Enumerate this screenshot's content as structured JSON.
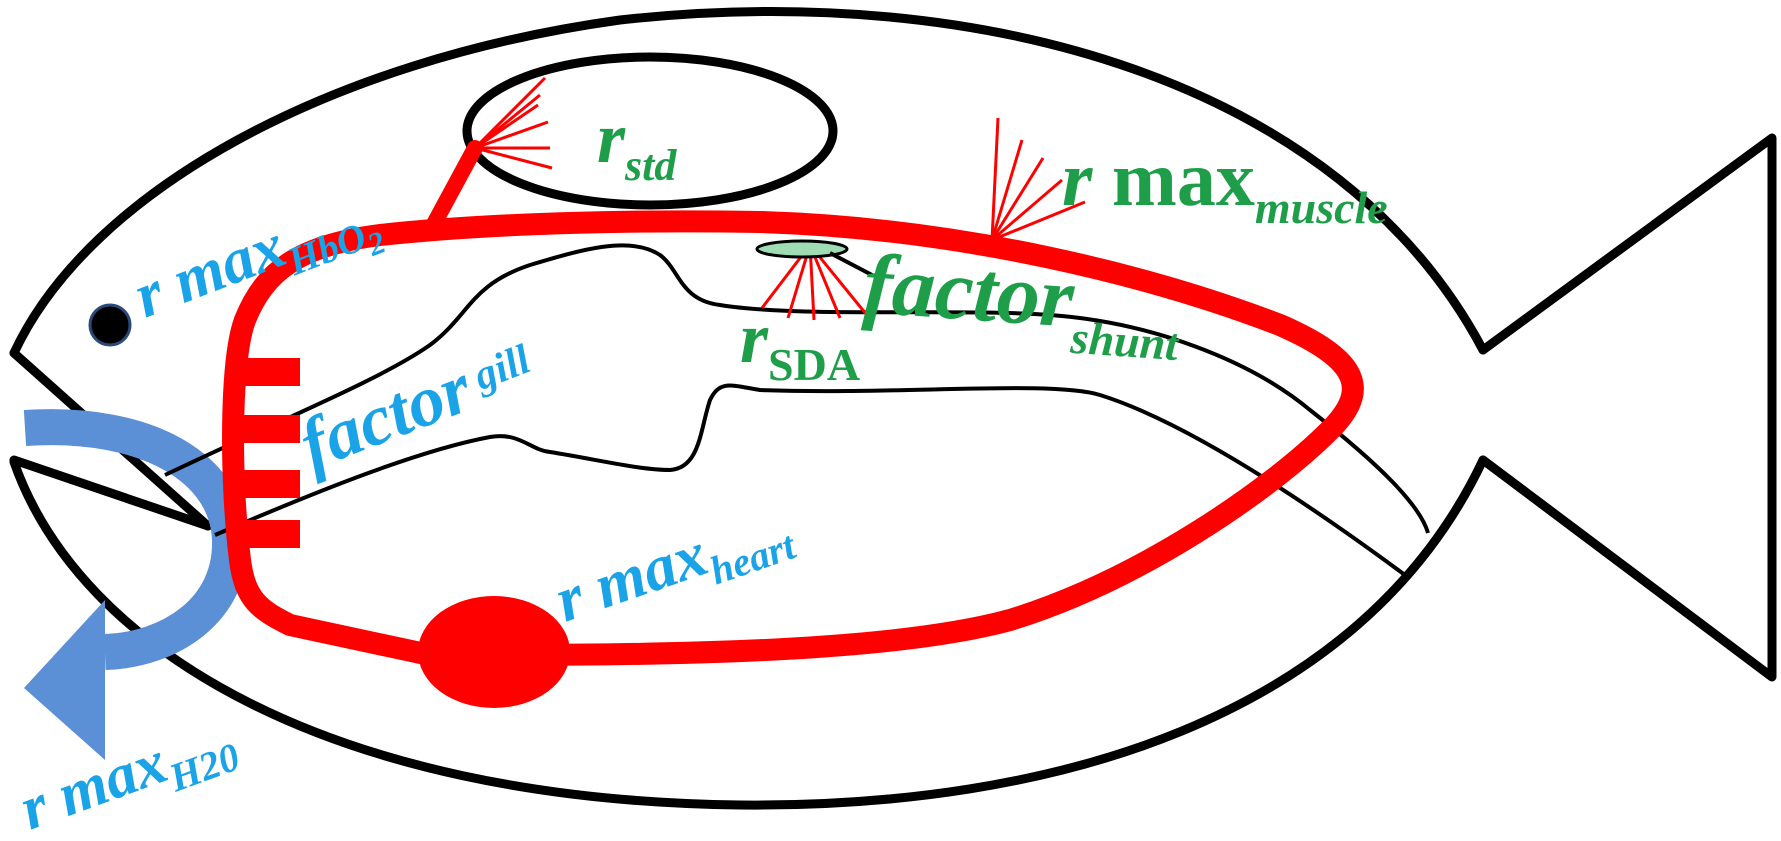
{
  "labels": {
    "r_std": {
      "main": "r",
      "sub": "std"
    },
    "r_max_muscle": {
      "r": "r",
      "max": " max",
      "sub": "muscle"
    },
    "r_max_hbo2": {
      "main": "r max",
      "sub": "HbO",
      "subsub": "2"
    },
    "factor_shunt": {
      "main": "factor",
      "sub": "shunt"
    },
    "r_sda": {
      "main": "r",
      "sub": "SDA"
    },
    "factor_gill": {
      "main": "factor",
      "sub": "gill"
    },
    "r_max_heart": {
      "main": "r max",
      "sub": "heart"
    },
    "r_max_h2o": {
      "main": "r max",
      "sub": "H20"
    }
  },
  "colors": {
    "outline": "#000000",
    "vessel": "#ff0000",
    "water_arrow": "#5b8fd6",
    "blue_label": "#1aa3e6",
    "green_label": "#1f9e4a",
    "gut_spot": "#9fdcb4",
    "eye": "#000000"
  }
}
